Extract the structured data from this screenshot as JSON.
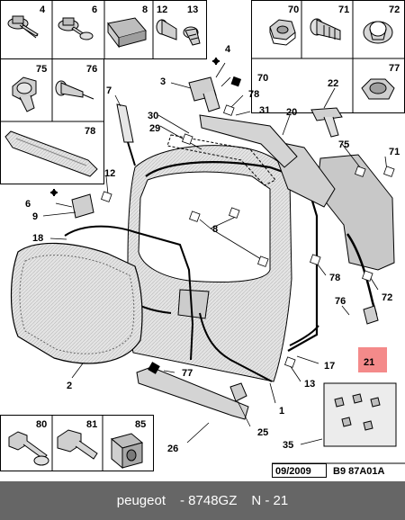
{
  "colors": {
    "footer_bg": "#666666",
    "footer_text": "#ffffff",
    "highlight": "#f48a8a",
    "line": "#000000",
    "part_fill": "#d8d8d8"
  },
  "top_left_cells": [
    {
      "label": "4",
      "icon": "screw-with-washer"
    },
    {
      "label": "6",
      "icon": "screw-with-washer"
    },
    {
      "label": "8",
      "icon": "rubber-block"
    },
    {
      "label": "12",
      "icon": "bump-stop"
    },
    {
      "label": "13",
      "icon": "threaded-stop"
    }
  ],
  "top_right_cells": [
    {
      "label": "70",
      "icon": "hex-nut"
    },
    {
      "label": "71",
      "icon": "push-clip"
    },
    {
      "label": "72",
      "icon": "grommet"
    },
    {
      "label": "75",
      "icon": "plastic-rivet"
    },
    {
      "label": "76",
      "icon": "expansion-rivet"
    },
    {
      "label": "77",
      "icon": "plastic-nut"
    },
    {
      "label": "78",
      "icon": "seal-strip"
    }
  ],
  "bottom_left_cells": [
    {
      "label": "80",
      "icon": "bolt"
    },
    {
      "label": "81",
      "icon": "bolt"
    },
    {
      "label": "85",
      "icon": "cage-nut"
    }
  ],
  "callouts": {
    "c1": "1",
    "c2": "2",
    "c3": "3",
    "c4": "4",
    "c6": "6",
    "c7": "7",
    "c8": "8",
    "c9": "9",
    "c12": "12",
    "c13": "13",
    "c17": "17",
    "c18": "18",
    "c20": "20",
    "c21": "21",
    "c22": "22",
    "c25": "25",
    "c26": "26",
    "c29": "29",
    "c30": "30",
    "c31": "31",
    "c35": "35",
    "c70": "70",
    "c71": "71",
    "c72": "72",
    "c75": "75",
    "c76": "76",
    "c77": "77",
    "c78a": "78",
    "c78b": "78"
  },
  "stamp": {
    "date": "09/2009",
    "ref": "B9 87A01A"
  },
  "footer": {
    "brand": "peugeot",
    "part": "- 8748GZ",
    "page": "N - 21"
  }
}
